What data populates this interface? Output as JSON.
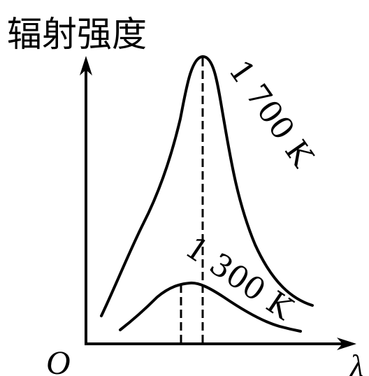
{
  "axes": {
    "y_label": "辐射强度",
    "origin_label": "O",
    "x_label": "λ"
  },
  "curves": [
    {
      "label": "1 700 K"
    },
    {
      "label": "1 300 K"
    }
  ],
  "colors": {
    "ink": "#000000",
    "background": "#ffffff"
  }
}
